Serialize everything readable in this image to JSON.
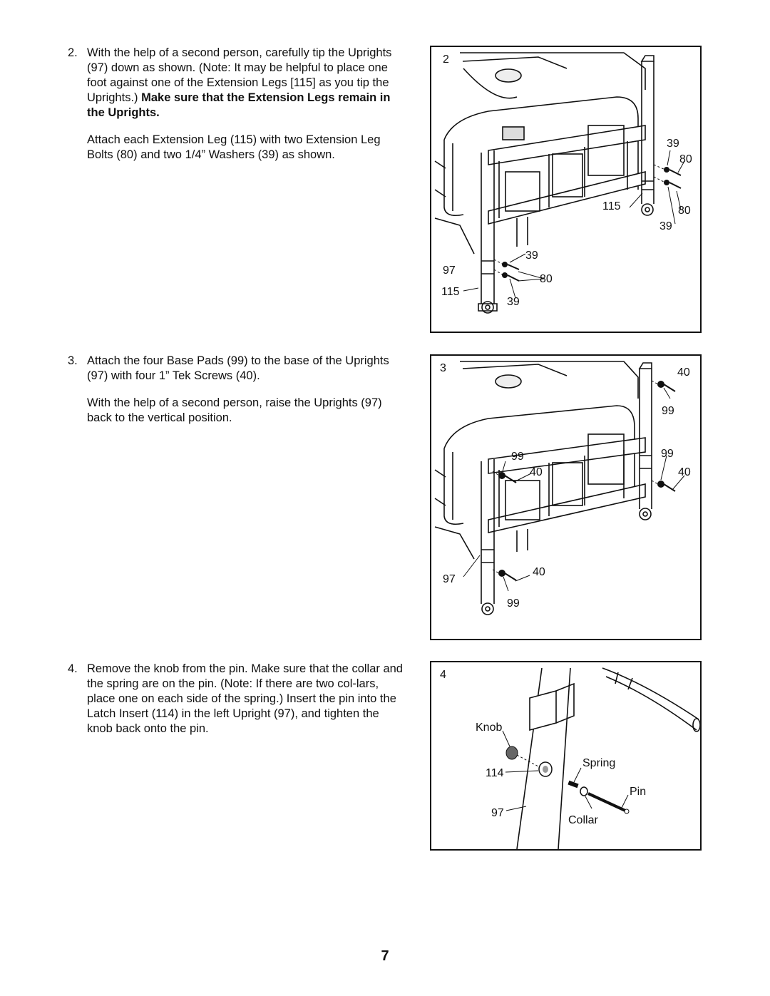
{
  "steps": [
    {
      "number": "2.",
      "paragraphs": [
        {
          "text": "With the help of a second person, carefully tip the Uprights (97) down as shown. (Note: It may be helpful to place one foot against one of the Extension Legs [115] as you tip the Uprights.) ",
          "bold": "Make sure that the Extension Legs remain in the Uprights."
        },
        {
          "text": "Attach each Extension Leg (115) with two Extension Leg Bolts (80) and two 1/4” Washers (39) as shown."
        }
      ]
    },
    {
      "number": "3.",
      "paragraphs": [
        {
          "text": "Attach the four Base Pads (99) to the base of the Uprights (97) with four 1” Tek Screws (40)."
        },
        {
          "text": "With the help of a second person, raise the Uprights (97) back to the vertical position."
        }
      ]
    },
    {
      "number": "4.",
      "paragraphs": [
        {
          "text": "Remove the knob from the pin. Make sure that the collar and the spring are on the pin. (Note: If there are two col-lars, place one on each side of the spring.) Insert the pin into the Latch Insert (114) in the left Upright (97), and tighten the knob back onto the pin."
        }
      ]
    }
  ],
  "figures": {
    "fig2": {
      "step_label": "2",
      "callouts": [
        "39",
        "80",
        "115",
        "80",
        "39",
        "39",
        "97",
        "80",
        "115",
        "39"
      ]
    },
    "fig3": {
      "step_label": "3",
      "callouts": [
        "40",
        "99",
        "99",
        "99",
        "40",
        "40",
        "97",
        "40",
        "99"
      ]
    },
    "fig4": {
      "step_label": "4",
      "callouts": [
        "Knob",
        "Spring",
        "114",
        "Pin",
        "97",
        "Collar"
      ]
    }
  },
  "page_number": "7"
}
